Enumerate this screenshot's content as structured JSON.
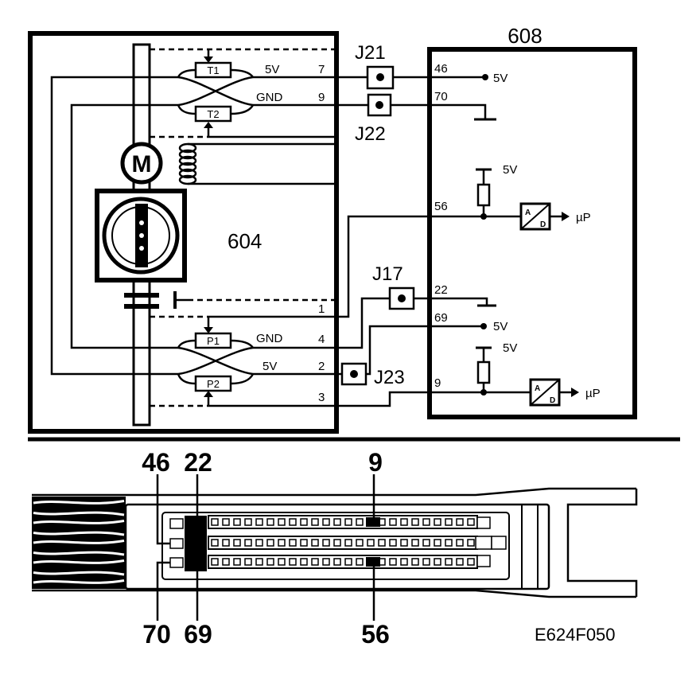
{
  "module_604": {
    "label": "604",
    "motor_label": "M",
    "sensors": {
      "t1": "T1",
      "t2": "T2",
      "p1": "P1",
      "p2": "P2"
    },
    "pins": {
      "t1_supply": "5V",
      "pin_7": "7",
      "t2_ground": "GND",
      "pin_9": "9",
      "pin_1": "1",
      "p1_ground": "GND",
      "pin_4": "4",
      "p2_supply": "5V",
      "pin_2": "2",
      "pin_3": "3"
    }
  },
  "junctions": {
    "j21": "J21",
    "j22": "J22",
    "j17": "J17",
    "j23": "J23"
  },
  "module_608": {
    "label": "608",
    "pins": {
      "pin_46": "46",
      "pin_70": "70",
      "pin_56": "56",
      "pin_22": "22",
      "pin_69": "69",
      "pin_9": "9"
    },
    "supplies": {
      "pin_46": "5V",
      "resistor_1": "5V",
      "pin_69": "5V",
      "resistor_2": "5V"
    },
    "converters": [
      {
        "input": "A",
        "output": "D",
        "target": "µP"
      },
      {
        "input": "A",
        "output": "D",
        "target": "µP"
      }
    ]
  },
  "connector": {
    "labels_top": [
      "46",
      "22",
      "9"
    ],
    "labels_bottom": [
      "70",
      "69",
      "56"
    ]
  },
  "figure_code": "E624F050",
  "colors": {
    "ink": "#000000",
    "paper": "#ffffff"
  }
}
